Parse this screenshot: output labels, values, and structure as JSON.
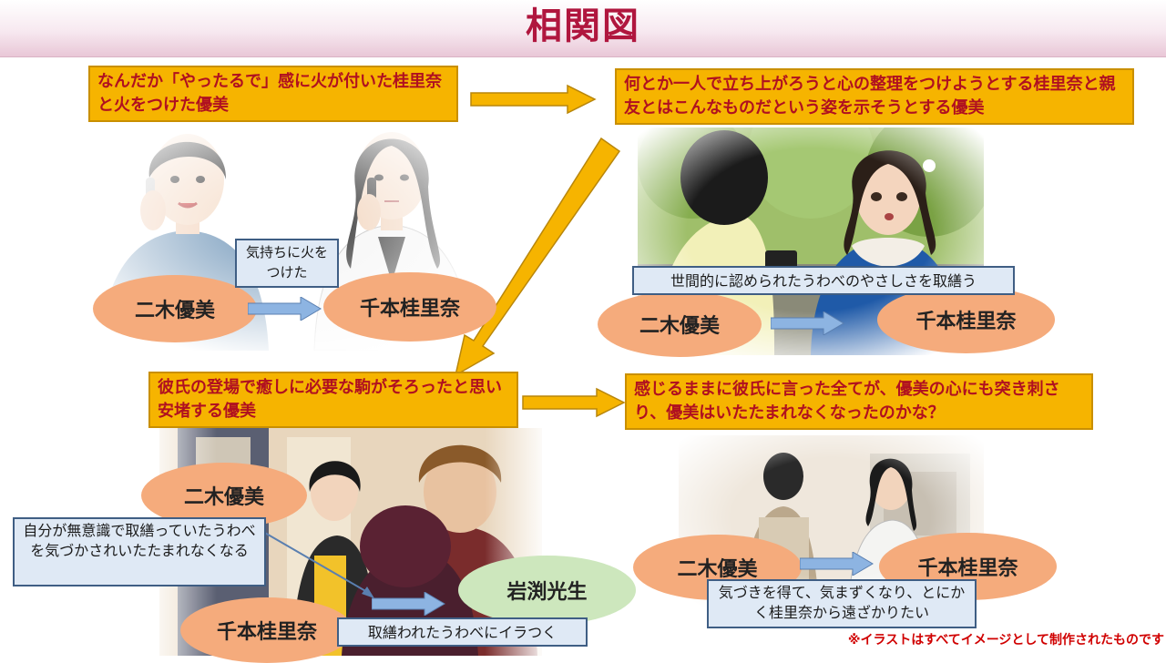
{
  "title": "相関図",
  "captions": {
    "top_left": "なんだか「やったるで」感に火が付いた桂里奈と火をつけた優美",
    "top_right": "何とか一人で立ち上がろうと心の整理をつけようとする桂里奈と親友とはこんなものだという姿を示そうとする優美",
    "bottom_left": "彼氏の登場で癒しに必要な駒がそろったと思い安堵する優美",
    "bottom_right": "感じるままに彼氏に言った全てが、優美の心にも突き刺さり、優美はいたたまれなくなったのかな？"
  },
  "people": {
    "yumi": "二木優美",
    "karina": "千本桂里奈",
    "iwabuchi": "岩渕光生"
  },
  "notes": {
    "p1": "気持ちに火をつけた",
    "p2": "世間的に認められたうわべのやさしさを取繕う",
    "p3_a": "自分が無意識で取繕っていたうわべを気づかされいたたまれなくなる",
    "p3_b": "取繕われたうわべにイラつく",
    "p4": "気づきを得て、気まずくなり、とにかく桂里奈から遠ざかりたい"
  },
  "disclaimer": "※イラストはすべてイメージとして制作されたものです",
  "colors": {
    "title": "#b0163e",
    "caption_fill": "#f6b400",
    "caption_text": "#b01020",
    "oval_salmon": "#f5ab7c",
    "oval_green": "#cde7bd",
    "note_fill": "#dfe9f5",
    "arrow_fill": "#f6b400",
    "relation_arrow": "#8db4e2"
  }
}
